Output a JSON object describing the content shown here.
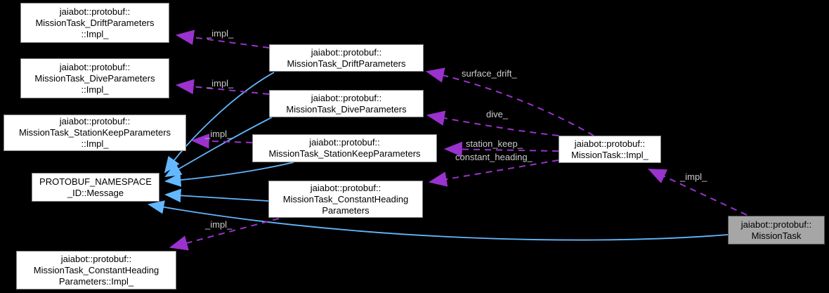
{
  "diagram": {
    "type": "doxygen-collaboration-graph",
    "nodes": {
      "drift_params_impl": {
        "label": "jaiabot::protobuf::\nMissionTask_DriftParameters\n::Impl_"
      },
      "dive_params_impl": {
        "label": "jaiabot::protobuf::\nMissionTask_DiveParameters\n::Impl_"
      },
      "stationkeep_params_impl": {
        "label": "jaiabot::protobuf::\nMissionTask_StationKeepParameters\n::Impl_"
      },
      "message": {
        "label": "PROTOBUF_NAMESPACE\n_ID::Message"
      },
      "constantheading_params_impl": {
        "label": "jaiabot::protobuf::\nMissionTask_ConstantHeading\nParameters::Impl_"
      },
      "drift_params": {
        "label": "jaiabot::protobuf::\nMissionTask_DriftParameters"
      },
      "dive_params": {
        "label": "jaiabot::protobuf::\nMissionTask_DiveParameters"
      },
      "stationkeep_params": {
        "label": "jaiabot::protobuf::\nMissionTask_StationKeepParameters"
      },
      "constantheading_params": {
        "label": "jaiabot::protobuf::\nMissionTask_ConstantHeading\nParameters"
      },
      "missiontask_impl": {
        "label": "jaiabot::protobuf::\nMissionTask::Impl_"
      },
      "missiontask": {
        "label": "jaiabot::protobuf::\nMissionTask"
      }
    },
    "edge_labels": {
      "drift_impl": "_impl_",
      "dive_impl": "_impl_",
      "stationkeep_impl": "_impl_",
      "constantheading_impl": "_impl_",
      "missiontask_impl": "_impl_",
      "surface_drift": "surface_drift_",
      "dive": "dive_",
      "station_keep": "station_keep_",
      "constant_heading": "constant_heading_"
    },
    "edges": [
      {
        "from": "MissionTask_DriftParameters",
        "to": "MissionTask_DriftParameters::Impl_",
        "label": "_impl_",
        "style": "dashed-usage"
      },
      {
        "from": "MissionTask_DiveParameters",
        "to": "MissionTask_DiveParameters::Impl_",
        "label": "_impl_",
        "style": "dashed-usage"
      },
      {
        "from": "MissionTask_StationKeepParameters",
        "to": "MissionTask_StationKeepParameters::Impl_",
        "label": "_impl_",
        "style": "dashed-usage"
      },
      {
        "from": "MissionTask_ConstantHeadingParameters",
        "to": "MissionTask_ConstantHeadingParameters::Impl_",
        "label": "_impl_",
        "style": "dashed-usage"
      },
      {
        "from": "MissionTask::Impl_",
        "to": "MissionTask_DriftParameters",
        "label": "surface_drift_",
        "style": "dashed-usage"
      },
      {
        "from": "MissionTask::Impl_",
        "to": "MissionTask_DiveParameters",
        "label": "dive_",
        "style": "dashed-usage"
      },
      {
        "from": "MissionTask::Impl_",
        "to": "MissionTask_StationKeepParameters",
        "label": "station_keep_",
        "style": "dashed-usage"
      },
      {
        "from": "MissionTask::Impl_",
        "to": "MissionTask_ConstantHeadingParameters",
        "label": "constant_heading_",
        "style": "dashed-usage"
      },
      {
        "from": "MissionTask",
        "to": "MissionTask::Impl_",
        "label": "_impl_",
        "style": "dashed-usage"
      },
      {
        "from": "MissionTask_DriftParameters",
        "to": "PROTOBUF_NAMESPACE_ID::Message",
        "label": "",
        "style": "solid-inheritance"
      },
      {
        "from": "MissionTask_DiveParameters",
        "to": "PROTOBUF_NAMESPACE_ID::Message",
        "label": "",
        "style": "solid-inheritance"
      },
      {
        "from": "MissionTask_StationKeepParameters",
        "to": "PROTOBUF_NAMESPACE_ID::Message",
        "label": "",
        "style": "solid-inheritance"
      },
      {
        "from": "MissionTask_ConstantHeadingParameters",
        "to": "PROTOBUF_NAMESPACE_ID::Message",
        "label": "",
        "style": "solid-inheritance"
      },
      {
        "from": "MissionTask",
        "to": "PROTOBUF_NAMESPACE_ID::Message",
        "label": "",
        "style": "solid-inheritance"
      }
    ],
    "colors": {
      "background": "#000000",
      "node_fill": "#ffffff",
      "node_border": "#848484",
      "node_text": "#000000",
      "selected_node_fill": "#a6a6a6",
      "selected_node_border": "#4e4e4e",
      "usage_edge": "#9a32cd",
      "inheritance_edge": "#63b8ff",
      "edge_label": "#cccccc"
    }
  }
}
